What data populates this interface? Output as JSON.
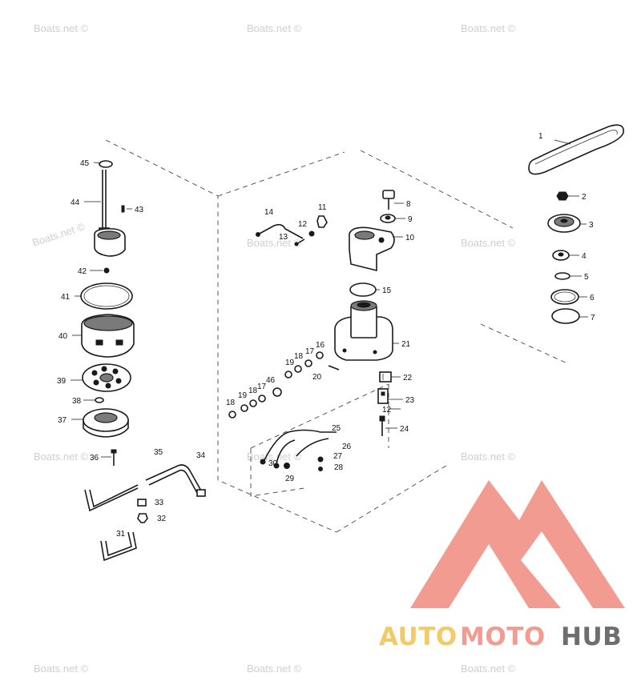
{
  "watermark": "Boats.net ©",
  "callouts": [
    "1",
    "2",
    "3",
    "4",
    "5",
    "6",
    "7",
    "8",
    "9",
    "10",
    "11",
    "12",
    "13",
    "14",
    "15",
    "16",
    "17",
    "18",
    "19",
    "20",
    "21",
    "22",
    "23",
    "24",
    "25",
    "26",
    "27",
    "28",
    "29",
    "30",
    "31",
    "32",
    "33",
    "34",
    "35",
    "36",
    "37",
    "38",
    "39",
    "40",
    "41",
    "42",
    "43",
    "44",
    "45",
    "46"
  ],
  "logo": {
    "part1": "AUTO",
    "part2": "MOTO",
    "part3": "HUB",
    "color1": "#f2c14e",
    "color2": "#f08a7e",
    "color3": "#555555",
    "mark_color": "#f08a7e"
  }
}
